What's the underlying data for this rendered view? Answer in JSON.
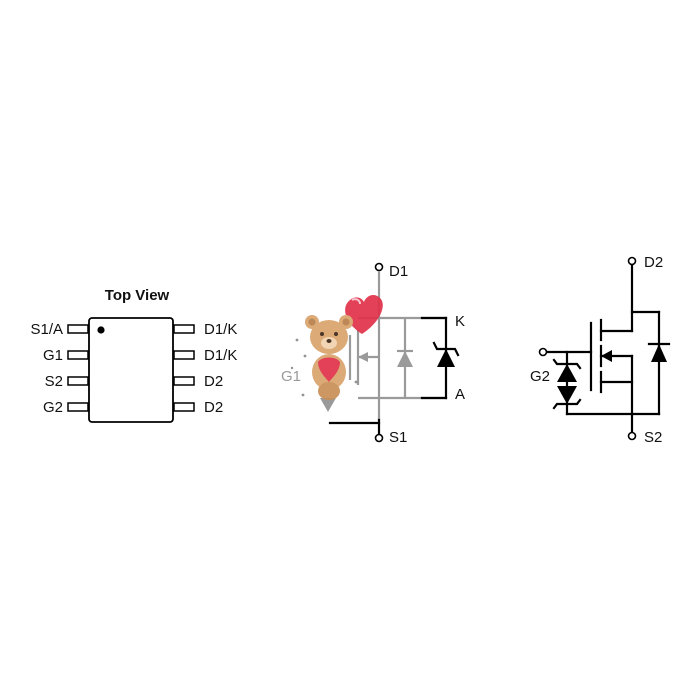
{
  "package": {
    "title": "Top View",
    "left_pins": [
      "S1/A",
      "G1",
      "S2",
      "G2"
    ],
    "right_pins": [
      "D1/K",
      "D1/K",
      "D2",
      "D2"
    ]
  },
  "schematic1": {
    "drain_label": "D1",
    "gate_label": "G1",
    "source_label": "S1",
    "cathode_label": "K",
    "anode_label": "A"
  },
  "schematic2": {
    "drain_label": "D2",
    "gate_label": "G2",
    "source_label": "S2"
  },
  "colors": {
    "line": "#000000",
    "faded": "#9a9a9a",
    "heart": "#e0314a",
    "bear": "#d9a36b"
  },
  "watermark": {
    "description_icon": "teddy-bear-with-heart-balloon"
  }
}
